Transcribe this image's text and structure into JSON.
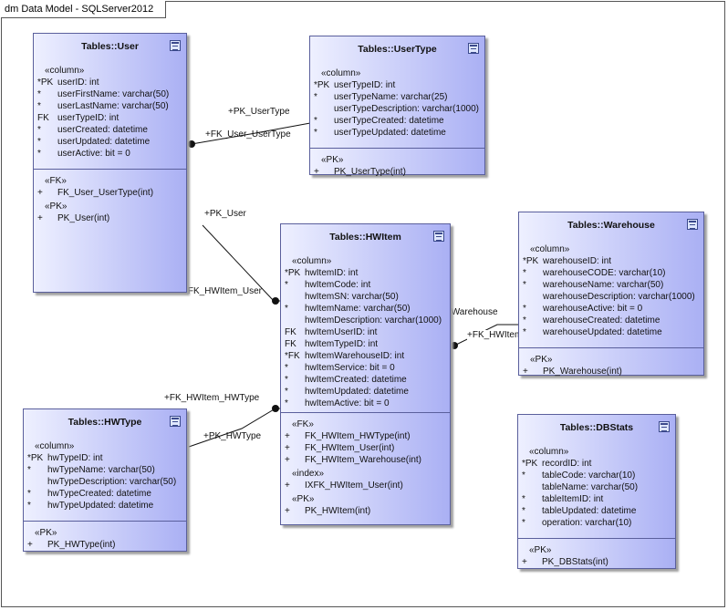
{
  "frame_title": "dm Data Model - SQLServer2012",
  "tables": {
    "user": {
      "title": "Tables::User",
      "stereo_column": "«column»",
      "columns": [
        {
          "mark": "*PK",
          "text": "userID: int"
        },
        {
          "mark": "*",
          "text": "userFirstName: varchar(50)"
        },
        {
          "mark": "*",
          "text": "userLastName: varchar(50)"
        },
        {
          "mark": "FK",
          "text": "userTypeID: int"
        },
        {
          "mark": "*",
          "text": "userCreated: datetime"
        },
        {
          "mark": "*",
          "text": "userUpdated: datetime"
        },
        {
          "mark": "*",
          "text": "userActive: bit = 0"
        }
      ],
      "stereo_fk": "«FK»",
      "fk_ops": [
        {
          "mark": "+",
          "text": "FK_User_UserType(int)"
        }
      ],
      "stereo_pk": "«PK»",
      "pk_ops": [
        {
          "mark": "+",
          "text": "PK_User(int)"
        }
      ]
    },
    "usertype": {
      "title": "Tables::UserType",
      "stereo_column": "«column»",
      "columns": [
        {
          "mark": "*PK",
          "text": "userTypeID: int"
        },
        {
          "mark": "*",
          "text": "userTypeName: varchar(25)"
        },
        {
          "mark": "",
          "text": "userTypeDescription: varchar(1000)"
        },
        {
          "mark": "*",
          "text": "userTypeCreated: datetime"
        },
        {
          "mark": "*",
          "text": "userTypeUpdated: datetime"
        }
      ],
      "stereo_pk": "«PK»",
      "pk_ops": [
        {
          "mark": "+",
          "text": "PK_UserType(int)"
        }
      ]
    },
    "hwitem": {
      "title": "Tables::HWItem",
      "stereo_column": "«column»",
      "columns": [
        {
          "mark": "*PK",
          "text": "hwItemID: int"
        },
        {
          "mark": "*",
          "text": "hwItemCode: int"
        },
        {
          "mark": "",
          "text": "hwItemSN: varchar(50)"
        },
        {
          "mark": "*",
          "text": "hwItemName: varchar(50)"
        },
        {
          "mark": "",
          "text": "hwItemDescription: varchar(1000)"
        },
        {
          "mark": "FK",
          "text": "hwItemUserID: int"
        },
        {
          "mark": "FK",
          "text": "hwItemTypeID: int"
        },
        {
          "mark": "*FK",
          "text": "hwItemWarehouseID: int"
        },
        {
          "mark": "*",
          "text": "hwItemService: bit = 0"
        },
        {
          "mark": "*",
          "text": "hwItemCreated: datetime"
        },
        {
          "mark": "*",
          "text": "hwItemUpdated: datetime"
        },
        {
          "mark": "*",
          "text": "hwItemActive: bit = 0"
        }
      ],
      "stereo_fk": "«FK»",
      "fk_ops": [
        {
          "mark": "+",
          "text": "FK_HWItem_HWType(int)"
        },
        {
          "mark": "+",
          "text": "FK_HWItem_User(int)"
        },
        {
          "mark": "+",
          "text": "FK_HWItem_Warehouse(int)"
        }
      ],
      "stereo_index": "«index»",
      "index_ops": [
        {
          "mark": "+",
          "text": "IXFK_HWItem_User(int)"
        }
      ],
      "stereo_pk": "«PK»",
      "pk_ops": [
        {
          "mark": "+",
          "text": "PK_HWItem(int)"
        }
      ]
    },
    "warehouse": {
      "title": "Tables::Warehouse",
      "stereo_column": "«column»",
      "columns": [
        {
          "mark": "*PK",
          "text": "warehouseID: int"
        },
        {
          "mark": "*",
          "text": "warehouseCODE: varchar(10)"
        },
        {
          "mark": "*",
          "text": "warehouseName: varchar(50)"
        },
        {
          "mark": "",
          "text": "warehouseDescription: varchar(1000)"
        },
        {
          "mark": "*",
          "text": "warehouseActive: bit = 0"
        },
        {
          "mark": "*",
          "text": "warehouseCreated: datetime"
        },
        {
          "mark": "*",
          "text": "warehouseUpdated: datetime"
        }
      ],
      "stereo_pk": "«PK»",
      "pk_ops": [
        {
          "mark": "+",
          "text": "PK_Warehouse(int)"
        }
      ]
    },
    "hwtype": {
      "title": "Tables::HWType",
      "stereo_column": "«column»",
      "columns": [
        {
          "mark": "*PK",
          "text": "hwTypeID: int"
        },
        {
          "mark": "*",
          "text": "hwTypeName: varchar(50)"
        },
        {
          "mark": "",
          "text": "hwTypeDescription: varchar(50)"
        },
        {
          "mark": "*",
          "text": "hwTypeCreated: datetime"
        },
        {
          "mark": "*",
          "text": "hwTypeUpdated: datetime"
        }
      ],
      "stereo_pk": "«PK»",
      "pk_ops": [
        {
          "mark": "+",
          "text": "PK_HWType(int)"
        }
      ]
    },
    "dbstats": {
      "title": "Tables::DBStats",
      "stereo_column": "«column»",
      "columns": [
        {
          "mark": "*PK",
          "text": "recordID: int"
        },
        {
          "mark": "*",
          "text": "tableCode: varchar(10)"
        },
        {
          "mark": "",
          "text": "tableName: varchar(50)"
        },
        {
          "mark": "*",
          "text": "tableItemID: int"
        },
        {
          "mark": "*",
          "text": "tableUpdated: datetime"
        },
        {
          "mark": "*",
          "text": "operation: varchar(10)"
        }
      ],
      "stereo_pk": "«PK»",
      "pk_ops": [
        {
          "mark": "+",
          "text": "PK_DBStats(int)"
        }
      ]
    }
  },
  "connector_labels": {
    "pk_usertype": "+PK_UserType",
    "fk_user_usertype": "+FK_User_UserType",
    "pk_user": "+PK_User",
    "fk_hwitem_user": "+FK_HWItem_User",
    "pk_warehouse": "+PK_Warehouse",
    "fk_hwitem_warehouse": "+FK_HWItem_Warehouse",
    "fk_hwitem_hwtype": "+FK_HWItem_HWType",
    "pk_hwtype": "+PK_HWType"
  }
}
